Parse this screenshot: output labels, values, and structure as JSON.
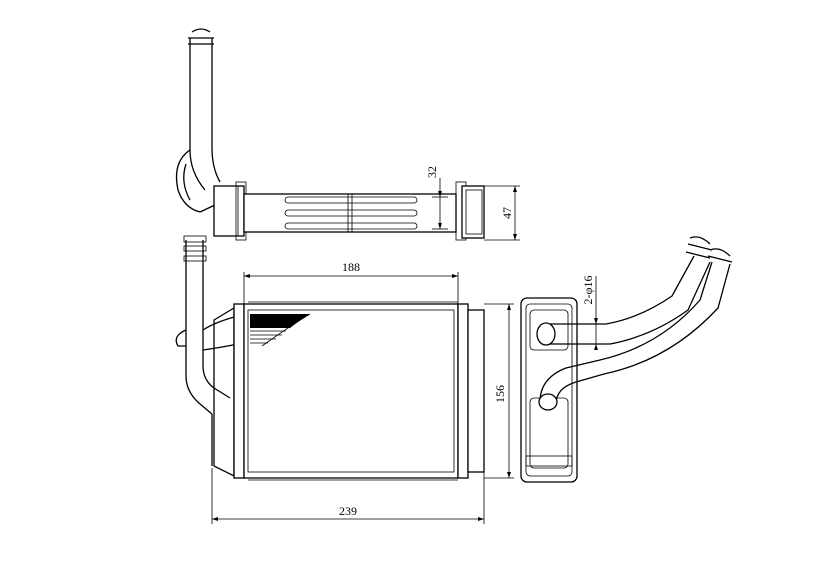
{
  "dimensions": {
    "top_inner_width": "32",
    "top_outer_width": "47",
    "core_width": "188",
    "overall_length": "239",
    "height": "156",
    "pipe_diameter": "2-φ16"
  },
  "colors": {
    "line": "#000000",
    "background": "#ffffff"
  }
}
